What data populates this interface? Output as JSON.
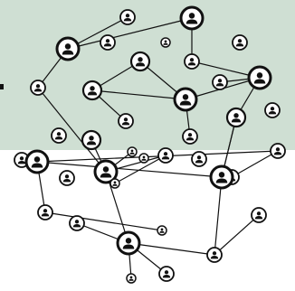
{
  "colors": {
    "upper_background": "#cfdfd3",
    "lower_background": "#ffffff",
    "stroke": "#111111",
    "node_fill": "#ffffff"
  },
  "icons": {
    "node": "person-icon"
  },
  "network": {
    "nodes": [
      {
        "id": "n1",
        "kind": "small"
      },
      {
        "id": "n2",
        "kind": "large"
      },
      {
        "id": "n3",
        "kind": "large"
      },
      {
        "id": "n4",
        "kind": "small"
      },
      {
        "id": "n5",
        "kind": "tiny"
      },
      {
        "id": "n6",
        "kind": "medium"
      },
      {
        "id": "n7",
        "kind": "small"
      },
      {
        "id": "n8",
        "kind": "small"
      },
      {
        "id": "n9",
        "kind": "small"
      },
      {
        "id": "n10",
        "kind": "medium"
      },
      {
        "id": "n11",
        "kind": "large"
      },
      {
        "id": "n12",
        "kind": "large"
      },
      {
        "id": "n13",
        "kind": "small"
      },
      {
        "id": "n14",
        "kind": "small"
      },
      {
        "id": "n15",
        "kind": "small"
      },
      {
        "id": "n16",
        "kind": "medium"
      },
      {
        "id": "n17",
        "kind": "small"
      },
      {
        "id": "n18",
        "kind": "small"
      },
      {
        "id": "n19",
        "kind": "medium"
      },
      {
        "id": "n20",
        "kind": "tiny"
      },
      {
        "id": "n21",
        "kind": "small"
      },
      {
        "id": "n22",
        "kind": "large"
      },
      {
        "id": "n23",
        "kind": "small"
      },
      {
        "id": "n24",
        "kind": "small"
      },
      {
        "id": "n25",
        "kind": "large"
      },
      {
        "id": "n26",
        "kind": "tiny"
      },
      {
        "id": "n27",
        "kind": "tiny"
      },
      {
        "id": "n28",
        "kind": "small"
      },
      {
        "id": "n29",
        "kind": "small"
      },
      {
        "id": "n30",
        "kind": "small"
      },
      {
        "id": "n31",
        "kind": "large"
      },
      {
        "id": "n32",
        "kind": "tiny"
      },
      {
        "id": "n33",
        "kind": "small"
      },
      {
        "id": "n34",
        "kind": "large"
      },
      {
        "id": "n35",
        "kind": "small"
      },
      {
        "id": "n36",
        "kind": "tiny"
      },
      {
        "id": "n37",
        "kind": "small"
      },
      {
        "id": "n38",
        "kind": "small"
      },
      {
        "id": "n39",
        "kind": "small"
      }
    ],
    "edges": [
      [
        "n1",
        "n3"
      ],
      [
        "n3",
        "n13"
      ],
      [
        "n3",
        "n2"
      ],
      [
        "n2",
        "n7"
      ],
      [
        "n6",
        "n11"
      ],
      [
        "n6",
        "n10"
      ],
      [
        "n10",
        "n11"
      ],
      [
        "n10",
        "n14"
      ],
      [
        "n11",
        "n12"
      ],
      [
        "n11",
        "n15"
      ],
      [
        "n12",
        "n7"
      ],
      [
        "n12",
        "n16"
      ],
      [
        "n12",
        "n9"
      ],
      [
        "n16",
        "n34"
      ],
      [
        "n13",
        "n22"
      ],
      [
        "n22",
        "n19"
      ],
      [
        "n22",
        "n20"
      ],
      [
        "n22",
        "n21"
      ],
      [
        "n21",
        "n26"
      ],
      [
        "n22",
        "n31"
      ],
      [
        "n31",
        "n35"
      ],
      [
        "n31",
        "n36"
      ],
      [
        "n31",
        "n37"
      ],
      [
        "n31",
        "n38"
      ],
      [
        "n38",
        "n39"
      ],
      [
        "n25",
        "n33"
      ],
      [
        "n25",
        "n34"
      ],
      [
        "n34",
        "n38"
      ],
      [
        "n34",
        "n30"
      ],
      [
        "n30",
        "n29"
      ],
      [
        "n29",
        "n25"
      ],
      [
        "n34",
        "n16"
      ],
      [
        "n33",
        "n32"
      ]
    ]
  }
}
